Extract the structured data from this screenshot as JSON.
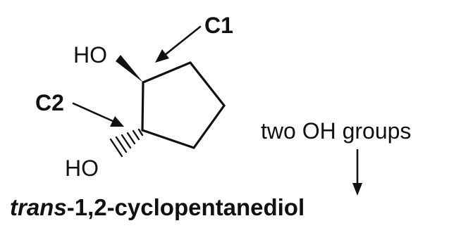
{
  "labels": {
    "top_hydroxyl": "HO",
    "bottom_hydroxyl": "HO",
    "carbon_1": "C1",
    "carbon_2": "C2",
    "note": "two OH groups",
    "name_prefix": "trans",
    "name_rest": "-1,2-cyclopentanediol"
  },
  "colors": {
    "ink": "#111111",
    "background": "#ffffff"
  }
}
